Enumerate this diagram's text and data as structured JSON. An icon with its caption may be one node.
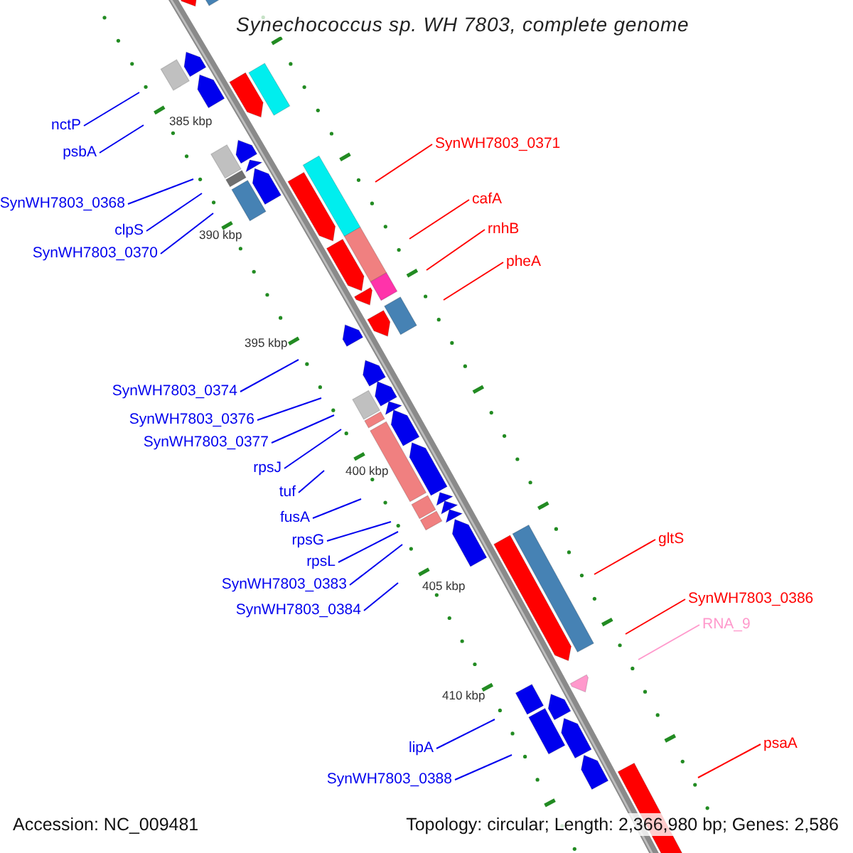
{
  "diagram": {
    "title": "Synechococcus sp. WH 7803, complete genome",
    "nodes": [
      {
        "text": [
          "nctP"
        ]
      },
      {
        "text": [
          "psbA"
        ]
      },
      {
        "text": [
          "SynWH7803_0368"
        ]
      },
      {
        "text": [
          "clpS"
        ]
      },
      {
        "text": [
          "SynWH7803_0370"
        ]
      },
      {
        "text": [
          "SynWH7803_0374"
        ]
      },
      {
        "text": [
          "SynWH7803_0376"
        ]
      },
      {
        "text": [
          "SynWH7803_0377"
        ]
      },
      {
        "text": [
          "rpsJ"
        ]
      },
      {
        "text": [
          "tuf"
        ]
      },
      {
        "text": [
          "fusA"
        ]
      },
      {
        "text": [
          "rpsG"
        ]
      },
      {
        "text": [
          "rpsL"
        ]
      },
      {
        "text": [
          "SynWH7803_0383"
        ]
      },
      {
        "text": [
          "SynWH7803_0384"
        ]
      },
      {
        "text": [
          "lipA"
        ]
      },
      {
        "text": [
          "SynWH7803_0388"
        ]
      },
      {
        "text": [
          "SynWH7803_0371"
        ]
      },
      {
        "text": [
          "cafA"
        ]
      },
      {
        "text": [
          "rnhB"
        ]
      },
      {
        "text": [
          "pheA"
        ]
      },
      {
        "text": [
          "gltS"
        ]
      },
      {
        "text": [
          "SynWH7803_0386"
        ]
      },
      {
        "text": [
          "RNA_9"
        ]
      },
      {
        "text": [
          "psaA"
        ]
      }
    ],
    "edges": [
      {
        "from": 0,
        "to": null,
        "arrow": "none"
      },
      {
        "from": 1,
        "to": null,
        "arrow": "none"
      },
      {
        "from": 2,
        "to": null,
        "arrow": "none"
      },
      {
        "from": 3,
        "to": null,
        "arrow": "none"
      },
      {
        "from": 4,
        "to": null,
        "arrow": "none"
      },
      {
        "from": 5,
        "to": null,
        "arrow": "none"
      },
      {
        "from": 6,
        "to": null,
        "arrow": "none"
      },
      {
        "from": 7,
        "to": null,
        "arrow": "none"
      },
      {
        "from": 8,
        "to": null,
        "arrow": "none"
      },
      {
        "from": 9,
        "to": null,
        "arrow": "none"
      },
      {
        "from": 10,
        "to": null,
        "arrow": "none"
      },
      {
        "from": 11,
        "to": null,
        "arrow": "none"
      },
      {
        "from": 12,
        "to": null,
        "arrow": "none"
      },
      {
        "from": 13,
        "to": null,
        "arrow": "none"
      },
      {
        "from": 14,
        "to": null,
        "arrow": "none"
      },
      {
        "from": 15,
        "to": null,
        "arrow": "none"
      },
      {
        "from": 16,
        "to": null,
        "arrow": "none"
      },
      {
        "from": 17,
        "to": null,
        "arrow": "none",
        "color": "#ff0000"
      },
      {
        "from": 18,
        "to": null,
        "arrow": "none",
        "color": "#ff0000"
      },
      {
        "from": 19,
        "to": null,
        "arrow": "none",
        "color": "#ff0000"
      },
      {
        "from": 20,
        "to": null,
        "arrow": "none",
        "color": "#ff0000"
      },
      {
        "from": 21,
        "to": null,
        "arrow": "none",
        "color": "#ff0000"
      },
      {
        "from": 22,
        "to": null,
        "arrow": "none",
        "color": "#ff0000"
      },
      {
        "from": 23,
        "to": null,
        "arrow": "none",
        "color": "#ff99cc"
      },
      {
        "from": 24,
        "to": null,
        "arrow": "none",
        "color": "#ff0000"
      }
    ],
    "labels": [
      "385 kbp",
      "390 kbp",
      "395 kbp",
      "400 kbp",
      "405 kbp",
      "410 kbp",
      "Accession: NC_009481",
      "Topology: circular; Length: 2,366,980 bp; Genes: 2,586"
    ]
  }
}
